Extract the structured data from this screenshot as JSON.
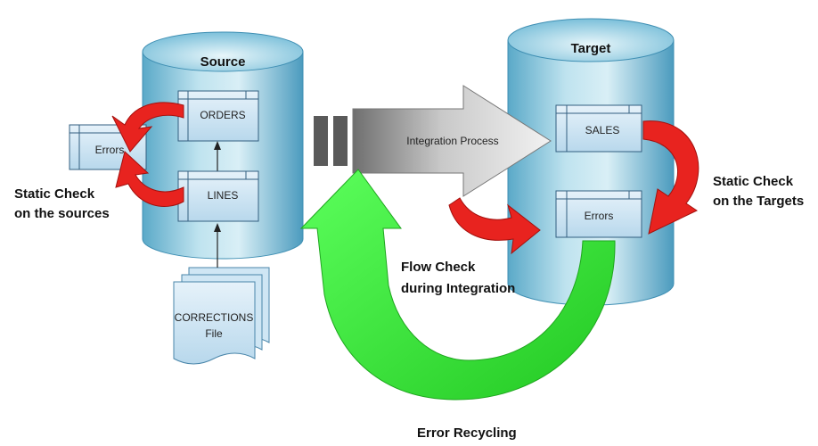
{
  "source": {
    "title": "Source",
    "tables": {
      "orders": "ORDERS",
      "lines": "LINES",
      "errors": "Errors"
    }
  },
  "target": {
    "title": "Target",
    "tables": {
      "sales": "SALES",
      "errors": "Errors"
    }
  },
  "corrections": {
    "line1": "CORRECTIONS",
    "line2": "File"
  },
  "integration": {
    "label": "Integration Process"
  },
  "labels": {
    "static_sources_1": "Static Check",
    "static_sources_2": "on the sources",
    "static_targets_1": "Static Check",
    "static_targets_2": "on the Targets",
    "flow_1": "Flow Check",
    "flow_2": "during Integration",
    "recycling": "Error Recycling"
  },
  "colors": {
    "cylinder_light": "#e4f3f8",
    "cylinder_mid": "#8ccbe0",
    "cylinder_dark": "#3d93b8",
    "red_arrow": "#e8231f",
    "green_arrow": "#3ae63a",
    "table_fill": "#cfe6f4"
  }
}
